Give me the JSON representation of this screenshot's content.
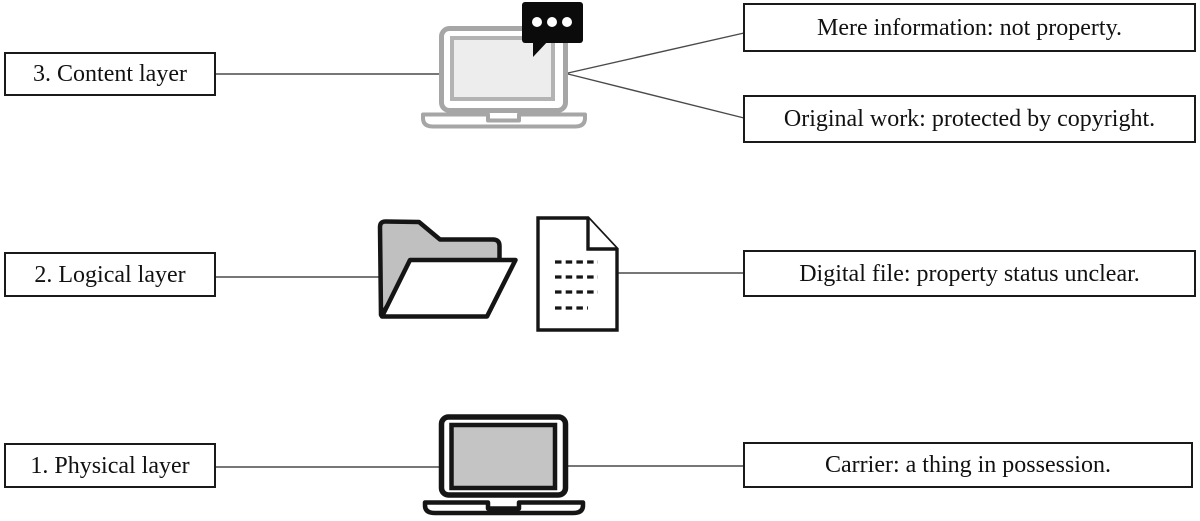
{
  "layers": [
    {
      "label": "3. Content layer",
      "icon": "laptop-with-chat-bubble",
      "outputs": [
        "Mere information: not property.",
        "Original work: protected by copyright."
      ]
    },
    {
      "label": "2. Logical layer",
      "icon": "open-folder-and-document",
      "outputs": [
        "Digital file: property status unclear."
      ]
    },
    {
      "label": "1. Physical layer",
      "icon": "laptop",
      "outputs": [
        "Carrier: a thing in possession."
      ]
    }
  ],
  "colors": {
    "box_border": "#1a1a1a",
    "text": "#111111",
    "connector_line": "#4a4a4a",
    "laptop_gray": "#a6a6a6",
    "screen_light": "#ededed",
    "screen_dark": "#c4c4c4",
    "folder_gray": "#c0c0c0",
    "icon_black": "#151515",
    "bubble_black": "#0b0b0b"
  }
}
